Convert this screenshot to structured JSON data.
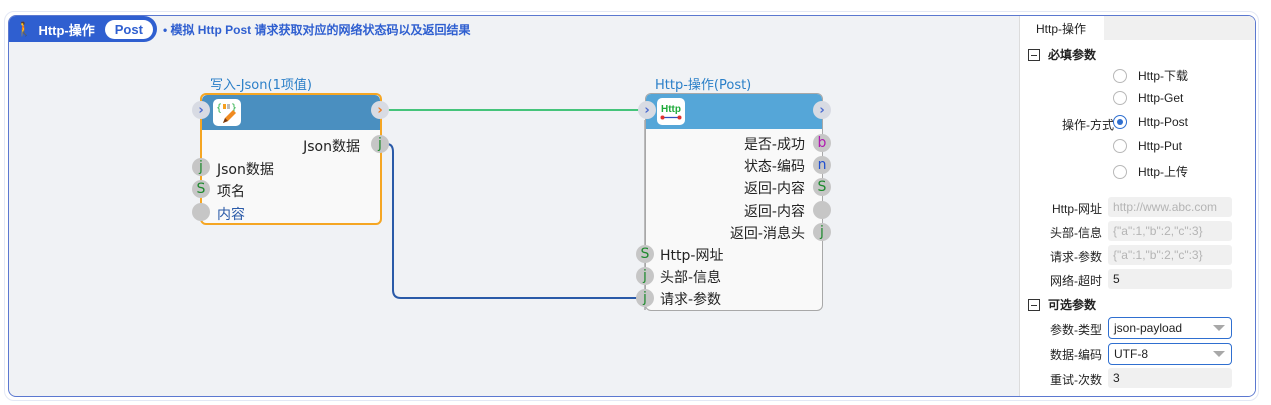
{
  "header": {
    "icon": "walking-person-icon",
    "title": "Http-操作",
    "badge": "Post",
    "description": "• 模拟 Http Post 请求获取对应的网络状态码以及返回结果"
  },
  "nodes": {
    "write_json": {
      "title": "写入-Json(1项值)",
      "icon": "json-edit-icon",
      "outputs": [
        {
          "label": "Json数据",
          "pin": "j",
          "pin_color": "#1e8a2e"
        }
      ],
      "inputs": [
        {
          "label": "Json数据",
          "pin": "j",
          "pin_color": "#1e8a2e"
        },
        {
          "label": "项名",
          "pin": "S",
          "pin_color": "#1e8a2e"
        },
        {
          "label": "内容",
          "pin": "",
          "pin_color": "#c6c6c6"
        }
      ],
      "border_color": "#f5a623",
      "header_color": "#4a8fc0"
    },
    "http_post": {
      "title": "Http-操作(Post)",
      "icon_text": "Http",
      "outputs": [
        {
          "label": "是否-成功",
          "pin": "b",
          "pin_color": "#b01ab0"
        },
        {
          "label": "状态-编码",
          "pin": "n",
          "pin_color": "#2050d0"
        },
        {
          "label": "返回-内容",
          "pin": "S",
          "pin_color": "#1e8a2e"
        },
        {
          "label": "返回-内容",
          "pin": "",
          "pin_color": "#c6c6c6"
        },
        {
          "label": "返回-消息头",
          "pin": "j",
          "pin_color": "#1e8a2e"
        }
      ],
      "inputs": [
        {
          "label": "Http-网址",
          "pin": "S",
          "pin_color": "#1e8a2e"
        },
        {
          "label": "头部-信息",
          "pin": "j",
          "pin_color": "#1e8a2e"
        },
        {
          "label": "请求-参数",
          "pin": "j",
          "pin_color": "#1e8a2e"
        }
      ],
      "border_color": "#a8a8a8",
      "header_color": "#55a6d8"
    }
  },
  "wires": {
    "exec_color": "#45c47a",
    "data_color": "#2a5aa8"
  },
  "panel": {
    "tab": "Http-操作",
    "required_section": "必填参数",
    "method_label": "操作-方式",
    "methods": [
      {
        "label": "Http-下载",
        "selected": false
      },
      {
        "label": "Http-Get",
        "selected": false
      },
      {
        "label": "Http-Post",
        "selected": true
      },
      {
        "label": "Http-Put",
        "selected": false
      },
      {
        "label": "Http-上传",
        "selected": false
      }
    ],
    "fields": [
      {
        "label": "Http-网址",
        "value": "",
        "placeholder": "http://www.abc.com"
      },
      {
        "label": "头部-信息",
        "value": "",
        "placeholder": "{\"a\":1,\"b\":2,\"c\":3}"
      },
      {
        "label": "请求-参数",
        "value": "",
        "placeholder": "{\"a\":1,\"b\":2,\"c\":3}"
      },
      {
        "label": "网络-超时",
        "value": "5",
        "placeholder": ""
      }
    ],
    "optional_section": "可选参数",
    "param_type_label": "参数-类型",
    "param_type_value": "json-payload",
    "encoding_label": "数据-编码",
    "encoding_value": "UTF-8",
    "retry_label": "重试-次数",
    "retry_value": "3"
  }
}
